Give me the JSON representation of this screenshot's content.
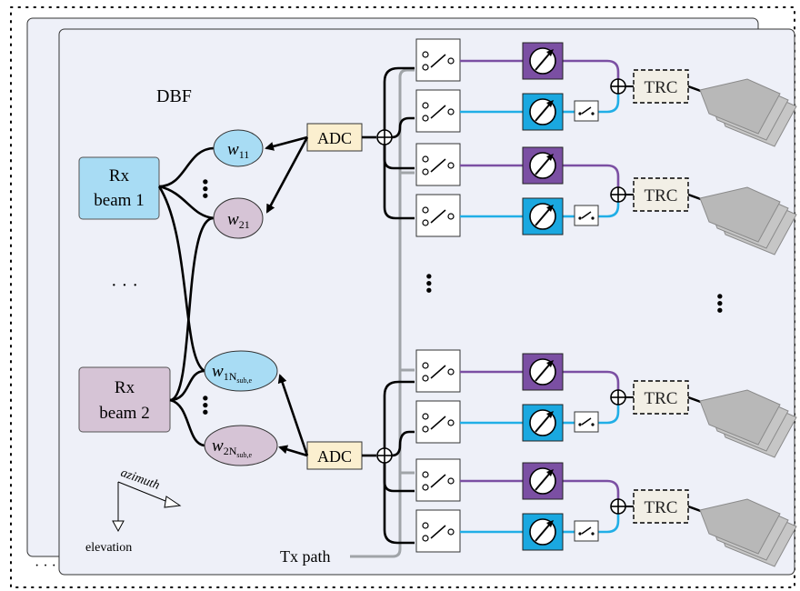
{
  "title": "DBF",
  "rx_beams": [
    {
      "line1": "Rx",
      "line2": "beam 1",
      "color": "#a8dcf4"
    },
    {
      "line1": "Rx",
      "line2": "beam 2",
      "color": "#d6c4d6"
    }
  ],
  "weights": [
    {
      "base": "w",
      "sub": "11",
      "subsub": "",
      "color": "#a8dcf4"
    },
    {
      "base": "w",
      "sub": "21",
      "subsub": "",
      "color": "#d6c4d6"
    },
    {
      "base": "w",
      "sub": "1N",
      "subsub": "sub,e",
      "color": "#a8dcf4"
    },
    {
      "base": "w",
      "sub": "2N",
      "subsub": "sub,e",
      "color": "#d6c4d6"
    }
  ],
  "adc_label": "ADC",
  "trc_label": "TRC",
  "tx_path_label": "Tx path",
  "axes": {
    "azimuth": "azimuth",
    "elevation": "elevation"
  },
  "colors": {
    "adc_fill": "#fbefcf",
    "trc_fill": "#f2efe6",
    "phase_purple": "#7b4fa3",
    "phase_blue": "#1aa8e0",
    "line_purple": "#7b4fa3",
    "line_blue": "#20aee6",
    "tx_gray": "#a0a4a8",
    "panel_fill": "#eef0f8"
  }
}
